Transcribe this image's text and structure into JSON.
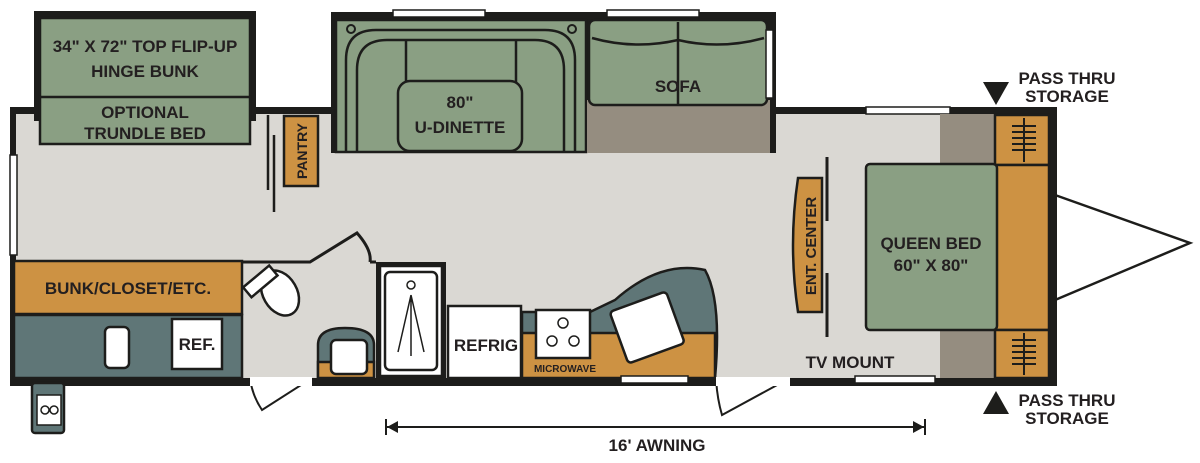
{
  "title": "Travel trailer floor plan",
  "labels": {
    "bunk_line1": "34\" X 72\" TOP FLIP-UP",
    "bunk_line2": "HINGE BUNK",
    "trundle_line1": "OPTIONAL",
    "trundle_line2": "TRUNDLE BED",
    "pantry": "PANTRY",
    "dinette_line1": "80\"",
    "dinette_line2": "U-DINETTE",
    "sofa": "SOFA",
    "pass_thru_top_line1": "PASS THRU",
    "pass_thru_top_line2": "STORAGE",
    "pass_thru_bottom_line1": "PASS THRU",
    "pass_thru_bottom_line2": "STORAGE",
    "ent_center": "ENT. CENTER",
    "queen_line1": "QUEEN BED",
    "queen_line2": "60\" X 80\"",
    "bunk_closet": "BUNK/CLOSET/ETC.",
    "ref": "REF.",
    "refrig": "REFRIG",
    "microwave": "MICROWAVE",
    "tv_mount": "TV MOUNT",
    "awning": "16' AWNING"
  },
  "colors": {
    "wall": "#1d1d1b",
    "floor": "#dad8d3",
    "furniture_green": "#8a9f83",
    "cabinet_orange": "#cd9243",
    "counter_teal": "#5f7677",
    "carpet_tan": "#958d80"
  }
}
